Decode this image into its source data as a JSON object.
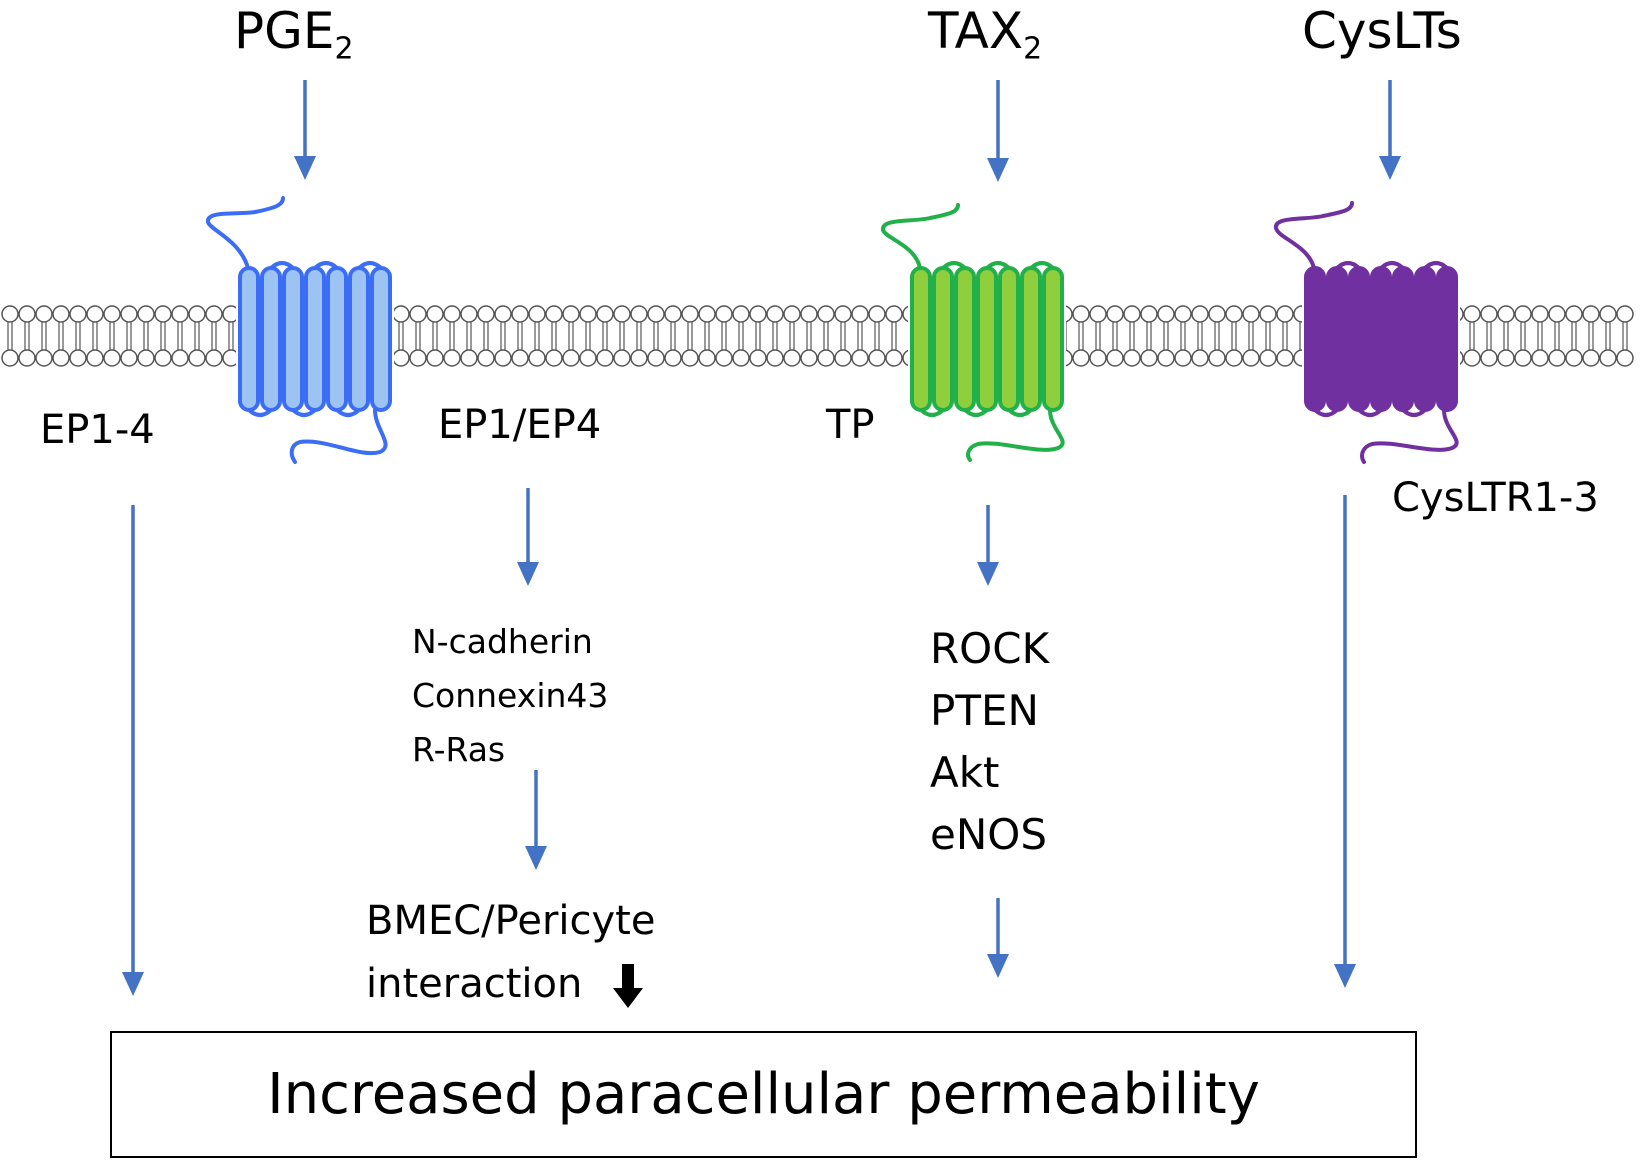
{
  "ligands": {
    "pge2": {
      "base": "PGE",
      "sub": "2"
    },
    "tax2": {
      "base": "TAX",
      "sub": "2"
    },
    "cyslts": "CysLTs"
  },
  "receptors": {
    "ep1_4": "EP1-4",
    "ep1_ep4": "EP1/EP4",
    "tp": "TP",
    "cysltr": "CysLTR1-3"
  },
  "ep_targets": [
    "N-cadherin",
    "Connexin43",
    "R-Ras"
  ],
  "tp_targets": [
    "ROCK",
    "PTEN",
    "Akt",
    "eNOS"
  ],
  "interaction": {
    "line1": "BMEC/Pericyte",
    "line2": "interaction"
  },
  "outcome": "Increased paracellular permeability",
  "colors": {
    "arrow": "#4472c4",
    "ep_receptor": "#3b6ef5",
    "ep_fill": "#9dc3f2",
    "tp_receptor": "#22b04b",
    "tp_fill": "#8fce3c",
    "cysltr_receptor": "#7030a0",
    "membrane": "#555555"
  }
}
